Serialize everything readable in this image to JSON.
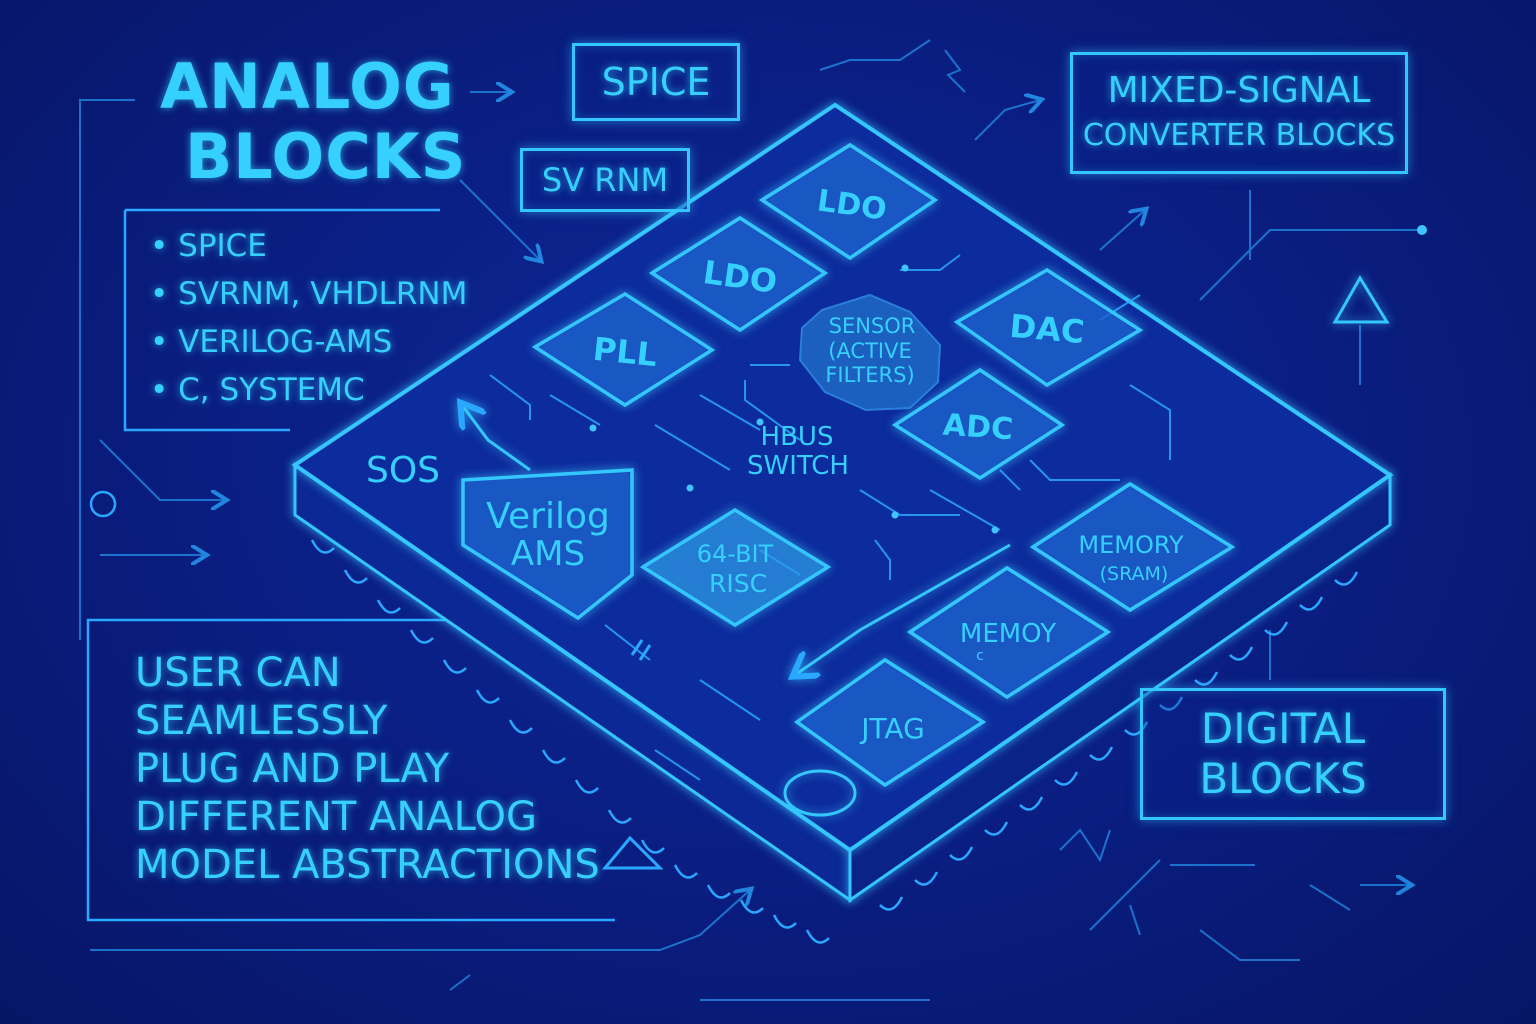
{
  "colors": {
    "accent": "#34c6ff",
    "text": "#36d0ff",
    "background": "#0a1f85",
    "block_fill": "#0f3aa8"
  },
  "analog": {
    "title_line1": "ANALOG",
    "title_line2": "BLOCKS",
    "items": [
      "• SPICE",
      "• SVRNM, VHDLRNM",
      "• VERILOG-AMS",
      "• C, SYSTEMC"
    ]
  },
  "tags": {
    "spice": "SPICE",
    "svrnm": "SV RNM"
  },
  "mixed_signal": {
    "line1": "MIXED-SIGNAL",
    "line2": "CONVERTER BLOCKS"
  },
  "digital": {
    "line1": "DIGITAL",
    "line2": "BLOCKS"
  },
  "user_note": {
    "lines": [
      "USER CAN",
      "SEAMLESSLY",
      "PLUG AND PLAY",
      "DIFFERENT ANALOG",
      "MODEL ABSTRACTIONS"
    ]
  },
  "chip": {
    "sos": "SOS",
    "hbus": {
      "line1": "HBUS",
      "line2": "SWITCH"
    },
    "sensor": {
      "line1": "SENSOR",
      "line2": "(ACTIVE",
      "line3": "FILTERS)"
    },
    "verilog": {
      "line1": "Verilog",
      "line2": "AMS"
    },
    "blocks": {
      "ldo_top": "LDO",
      "ldo": "LDO",
      "pll": "PLL",
      "dac": "DAC",
      "adc": "ADC",
      "risc_1": "64-BIT",
      "risc_2": "RISC",
      "memory_sram_1": "MEMORY",
      "memory_sram_2": "(SRAM)",
      "memoy": "MEMOY",
      "jtag": "JTAG"
    }
  }
}
